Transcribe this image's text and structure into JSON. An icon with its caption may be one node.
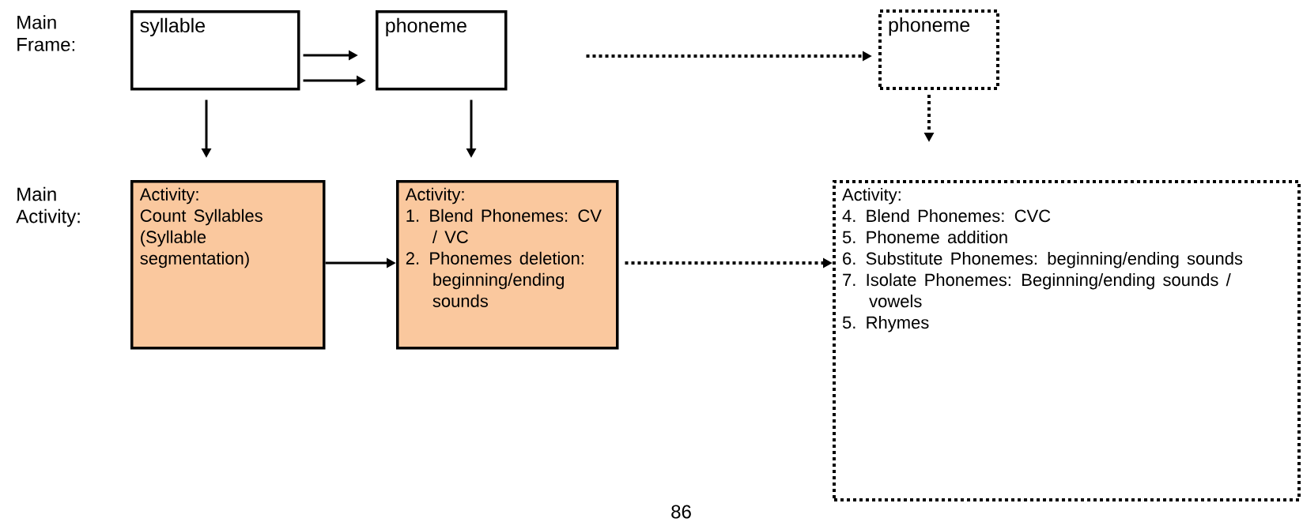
{
  "diagram": {
    "nodes": [
      {
        "text": [
          "syllable"
        ]
      },
      {
        "text": [
          "phoneme"
        ]
      },
      {
        "text": [
          "phoneme"
        ]
      },
      {
        "text": [
          "Activity:",
          "Count Syllables (Syllable segmentation)"
        ]
      },
      {
        "text": [
          "Activity:",
          "1. Blend Phonemes: CV / VC",
          "2. Phonemes deletion: beginning/ending sounds"
        ]
      },
      {
        "text": [
          "Activity:",
          "4. Blend Phonemes: CVC",
          "5. Phoneme addition",
          "6. Substitute Phonemes: beginning/ending sounds",
          "7. Isolate Phonemes: Beginning/ending sounds / vowels",
          "5.  Rhymes"
        ]
      }
    ],
    "edges": [
      {
        "from": 0,
        "to": 1,
        "arrow": "to"
      },
      {
        "from": 0,
        "to": 1,
        "arrow": "to"
      },
      {
        "from": 1,
        "to": 2,
        "arrow": "to",
        "style": "dashed"
      },
      {
        "from": 0,
        "to": 3,
        "arrow": "to"
      },
      {
        "from": 1,
        "to": 4,
        "arrow": "to"
      },
      {
        "from": 2,
        "to": 5,
        "arrow": "to",
        "style": "dashed"
      },
      {
        "from": 3,
        "to": 4,
        "arrow": "to"
      },
      {
        "from": 4,
        "to": 5,
        "arrow": "to",
        "style": "dashed"
      }
    ],
    "labels": [
      "Main Frame:",
      "Main Activity:",
      "86"
    ]
  }
}
